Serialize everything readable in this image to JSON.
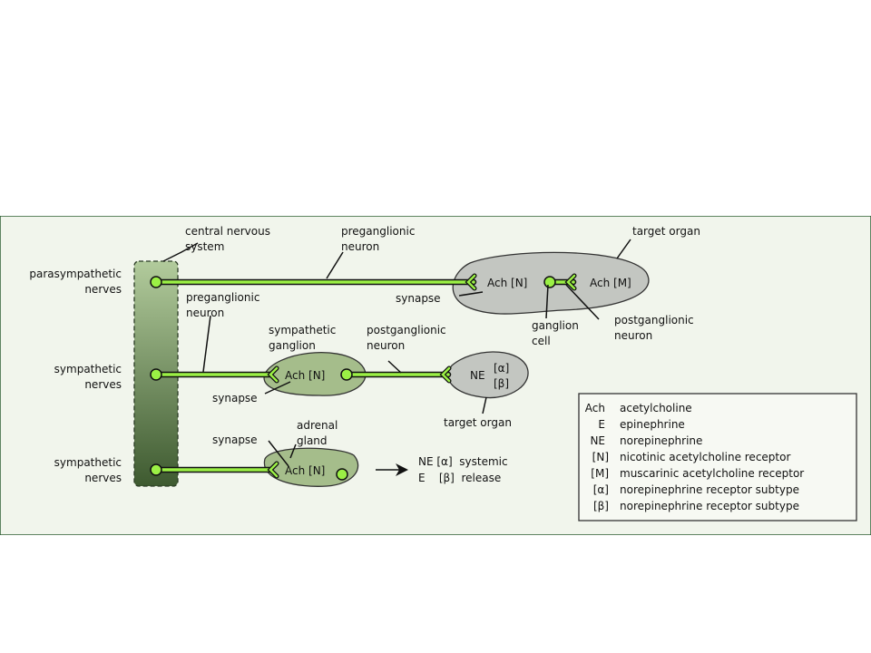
{
  "diagram": {
    "colors": {
      "panel_bg": "#f1f5ec",
      "panel_border": "#2d5f33",
      "nerve": "#9bf045",
      "organ": "#c3c6c1",
      "ganglion": "#a5bd8b"
    },
    "labels": {
      "cns_1": "central nervous",
      "cns_2": "system",
      "pre1_1": "preganglionic",
      "pre1_2": "neuron",
      "target1": "target organ",
      "para_1": "parasympathetic",
      "para_2": "nerves",
      "syn1": "synapse",
      "ach_n_1": "Ach [N]",
      "ach_m": "Ach [M]",
      "gc_1": "ganglion",
      "gc_2": "cell",
      "post1_1": "postganglionic",
      "post1_2": "neuron",
      "pre2_1": "preganglionic",
      "pre2_2": "neuron",
      "symg_1": "sympathetic",
      "symg_2": "ganglion",
      "post2_1": "postganglionic",
      "post2_2": "neuron",
      "sym1_1": "sympathetic",
      "sym1_2": "nerves",
      "ach_n_2": "Ach [N]",
      "ne": "NE",
      "alpha": "[α]",
      "beta": "[β]",
      "syn2": "synapse",
      "target2": "target organ",
      "adr_1": "adrenal",
      "adr_2": "gland",
      "syn3": "synapse",
      "sym2_1": "sympathetic",
      "sym2_2": "nerves",
      "ach_n_3": "Ach [N]",
      "rel_1": "NE [α]  systemic",
      "rel_2": "E    [β]  release"
    },
    "legend": [
      {
        "abbr": "Ach",
        "desc": "acetylcholine"
      },
      {
        "abbr": "E",
        "desc": "epinephrine"
      },
      {
        "abbr": "NE",
        "desc": "norepinephrine"
      },
      {
        "abbr": "[N]",
        "desc": "nicotinic acetylcholine receptor"
      },
      {
        "abbr": "[M]",
        "desc": "muscarinic acetylcholine receptor"
      },
      {
        "abbr": "[α]",
        "desc": "norepinephrine receptor subtype"
      },
      {
        "abbr": "[β]",
        "desc": "norepinephrine receptor subtype"
      }
    ]
  }
}
